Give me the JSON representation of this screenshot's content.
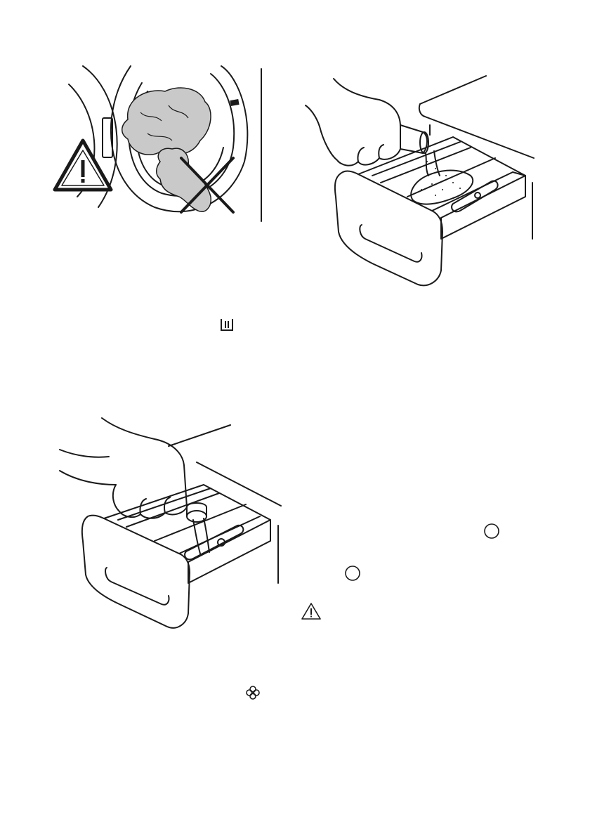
{
  "colors": {
    "line": "#1a1a1a",
    "laundry_fill": "#c9c9c9",
    "paper": "#ffffff"
  },
  "illustrations": [
    {
      "id": "door-warning",
      "icons": [
        "warning-triangle-icon",
        "cross-icon"
      ]
    },
    {
      "id": "powder-detergent"
    },
    {
      "id": "liquid-detergent"
    }
  ],
  "symbols": [
    "prewash-compartment-icon",
    "circle-icon",
    "circle-icon",
    "warning-icon",
    "flower-icon"
  ]
}
